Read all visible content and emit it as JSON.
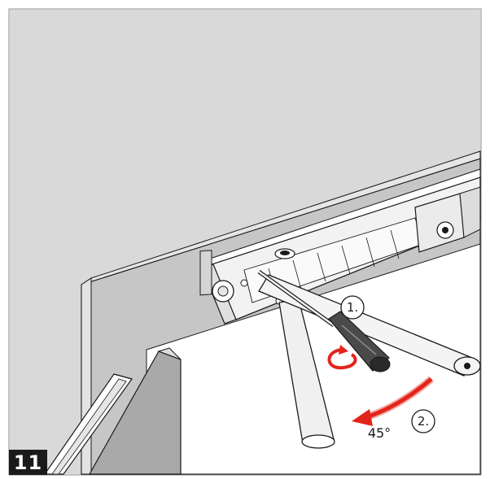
{
  "figure": {
    "step_number": "11",
    "callouts": [
      {
        "label": "1."
      },
      {
        "label": "2."
      }
    ],
    "angle_label": "45°",
    "colors": {
      "wall": "#d9d9d9",
      "door": "#c4c4c4",
      "door_edge": "#e6e6e6",
      "frame": "#ffffff",
      "outline": "#1a1a1a",
      "arrow": "#e3241b",
      "arrow_light": "#f4a39a"
    }
  }
}
